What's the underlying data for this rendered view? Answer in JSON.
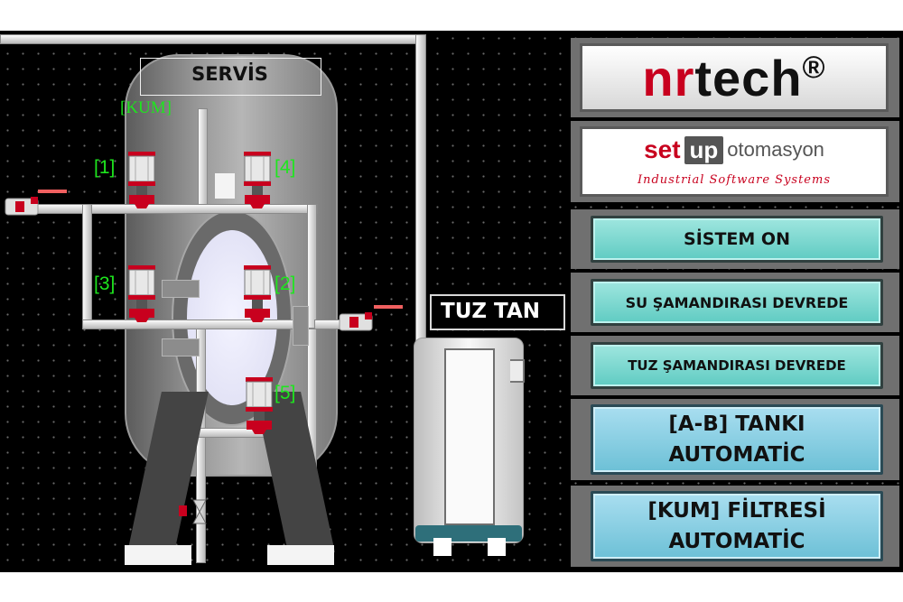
{
  "tank": {
    "title": "SERVİS",
    "kum_label": "[KUM]"
  },
  "valves": [
    {
      "label": "[1]"
    },
    {
      "label": "[4]"
    },
    {
      "label": "[3]"
    },
    {
      "label": "[2]"
    },
    {
      "label": "[5]"
    }
  ],
  "brine_tank": {
    "title": "TUZ TAN"
  },
  "brand": {
    "nr": "nr",
    "tech": "tech",
    "reg": "®",
    "setup_left": "set",
    "setup_box": "up",
    "setup_right": "otomasyon",
    "tagline": "Industrial Software Systems"
  },
  "buttons": {
    "sistem_on": "SİSTEM ON",
    "su_float": "SU ŞAMANDIRASI DEVREDE",
    "tuz_float": "TUZ ŞAMANDIRASI DEVREDE",
    "ab_tank_1": "[A-B] TANKI",
    "ab_tank_2": "AUTOMATİC",
    "kum_filter_1": "[KUM] FİLTRESİ",
    "kum_filter_2": "AUTOMATİC"
  },
  "colors": {
    "accent_red": "#c8001e",
    "label_green": "#1ee61e",
    "button_teal": "#6fd3ca",
    "button_blue": "#7ecfe0"
  }
}
